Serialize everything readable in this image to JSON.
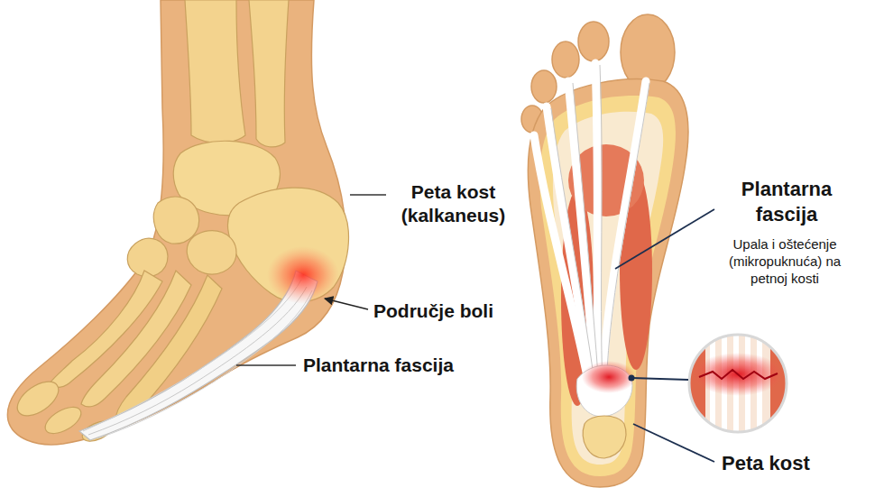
{
  "diagram": {
    "labels": [
      "Peta kost (kalkaneus)",
      "Područje boli",
      "Plantarna fascija",
      "Plantarna fascija",
      "Upala i oštećenje (mikropuknuća) na petnoj kosti",
      "Peta kost"
    ]
  }
}
